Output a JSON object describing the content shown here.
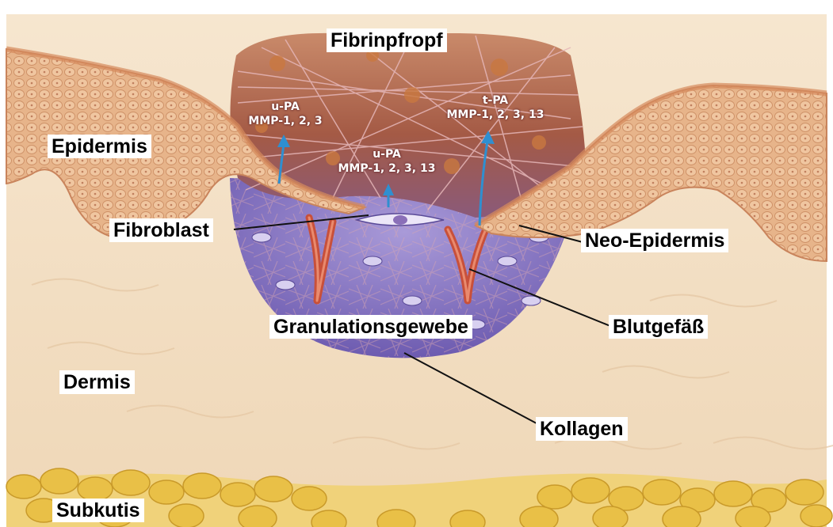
{
  "labels": {
    "fibrinpfropf": "Fibrinpfropf",
    "epidermis": "Epidermis",
    "fibroblast": "Fibroblast",
    "neo_epidermis": "Neo-Epidermis",
    "granulationsgewebe": "Granulationsgewebe",
    "blutgefaess": "Blutgefäß",
    "dermis": "Dermis",
    "kollagen": "Kollagen",
    "subkutis": "Subkutis"
  },
  "enzymes": {
    "left": {
      "activator": "u-PA",
      "mmps": "MMP-1, 2, 3"
    },
    "middle": {
      "activator": "u-PA",
      "mmps": "MMP-1, 2, 3, 13"
    },
    "right": {
      "activator": "t-PA",
      "mmps": "MMP-1, 2, 3, 13"
    }
  },
  "colors": {
    "dermis": "#f2ddc0",
    "epidermis": "#e9b98f",
    "fibrin": "#b8674c",
    "granulation": "#8f7ec8",
    "subkutis": "#e8c44a",
    "arrow": "#2f8fd0",
    "vessel": "#c8503a"
  }
}
